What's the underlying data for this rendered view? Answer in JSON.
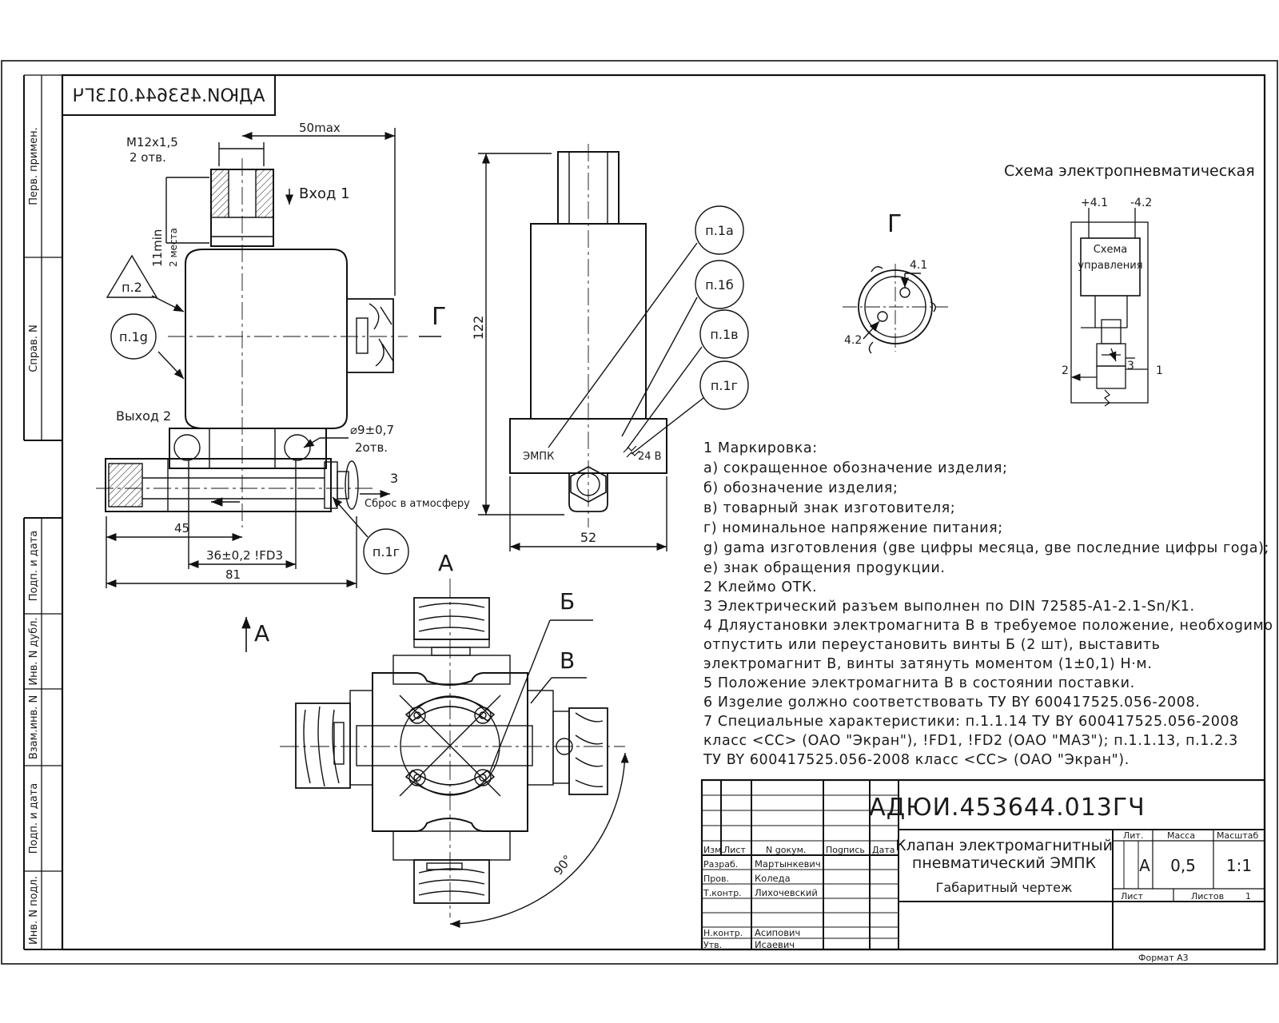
{
  "stamp_code_top": "АДЮИ.453644.013ГЧ",
  "side_strip": {
    "perv_primen": "Перв. примен.",
    "sprav_n": "Справ. N",
    "podp_data_1": "Подп. и дата",
    "inv_dubl": "Инв. N дубл.",
    "vzam_inv": "Взам.инв. N",
    "podp_data_2": "Подп. и дата",
    "inv_podl": "Инв. N подл."
  },
  "front_view": {
    "thread": "M12x1,5",
    "thread_holes": "2 отв.",
    "width_max": "50max",
    "inlet": "Вход 1",
    "thread_min": "11min",
    "thread_min_places": "2 места",
    "label_p2": "п.2",
    "label_p1g": "п.1g",
    "outlet": "Выход 2",
    "hole_dia": "⌀9±0,7",
    "hole_count": "2отв.",
    "vent_num": "3",
    "vent": "Сброс в атмосферу",
    "label_p1g_bottom": "п.1г",
    "dim_45": "45",
    "dim_36": "36±0,2  !FD3",
    "dim_81": "81",
    "view_g": "Г",
    "arrow_a": "А"
  },
  "side_view": {
    "height": "122",
    "width": "52",
    "marking_left": "ЭМПК",
    "marking_right": "24 В",
    "callouts": [
      "п.1а",
      "п.1б",
      "п.1в",
      "п.1г"
    ]
  },
  "connector_view": {
    "title": "Г",
    "pin_41": "4.1",
    "pin_42": "4.2"
  },
  "schema": {
    "title": "Схема электропневматическая",
    "plus": "+4.1",
    "minus": "-4.2",
    "control_1": "Схема",
    "control_2": "управления",
    "port_2": "2",
    "port_3": "3",
    "port_1": "1"
  },
  "top_view": {
    "title": "А",
    "label_b": "Б",
    "label_v": "В",
    "angle": "90°"
  },
  "notes": [
    "1  Маркировка:",
    "а) сокращенное обозначение изделия;",
    "б) обозначение изделия;",
    "в) товарный знак изготовителя;",
    "г) номинальное напряжение питания;",
    "g) gama изготовления (gве цифры месяца, gве последние цифры гоgа);",
    "е) знак обращения проgукции.",
    "2  Клеймо ОТК.",
    "3  Электрический разъем выполнен по DIN 72585-A1-2.1-Sn/K1.",
    "4  Дляустановки электромагнита В в требуемое положение, необхоgимо",
    "отпустить или переустановить винты Б (2 шт), выставить",
    "электромагнит В, винты затянуть моментом (1±0,1) Н·м.",
    "5  Положение электромагнита В в состоянии поставки.",
    "6  Изgелие gолжно соответствовать ТУ BY 600417525.056-2008.",
    "7  Специальные характеристики: п.1.1.14 ТУ BY 600417525.056-2008",
    "класс <СС> (ОАО \"Экран\"), !FD1, !FD2 (ОАО \"МАЗ\"); п.1.1.13, п.1.2.3",
    "ТУ BY 600417525.056-2008 класс <СС> (ОАО \"Экран\")."
  ],
  "title_block": {
    "code": "АДЮИ.453644.013ГЧ",
    "name_1": "Клапан электромагнитный",
    "name_2": "пневматический ЭМПК",
    "doc_type": "Габаритный чертеж",
    "hdr_izm": "Изм.",
    "hdr_list": "Лист",
    "hdr_ndokum": "N gокум.",
    "hdr_podpis": "Поgпись",
    "hdr_data": "Дата",
    "row_razrab": "Разраб.",
    "row_prov": "Пров.",
    "row_tkontr": "Т.контр.",
    "row_nkontr": "Н.контр.",
    "row_utv": "Утв.",
    "name_razrab": "Мартынкевич",
    "name_prov": "Коледа",
    "name_tkontr": "Лихочевский",
    "name_nkontr": "Асипович",
    "name_utv": "Исаевич",
    "lit_hdr": "Лит.",
    "mass_hdr": "Масса",
    "scale_hdr": "Масштаб",
    "lit": "А",
    "mass": "0,5",
    "scale": "1:1",
    "sheet_lbl": "Лист",
    "sheets_lbl": "Листов",
    "sheets_val": "1",
    "format": "Формат А3"
  }
}
